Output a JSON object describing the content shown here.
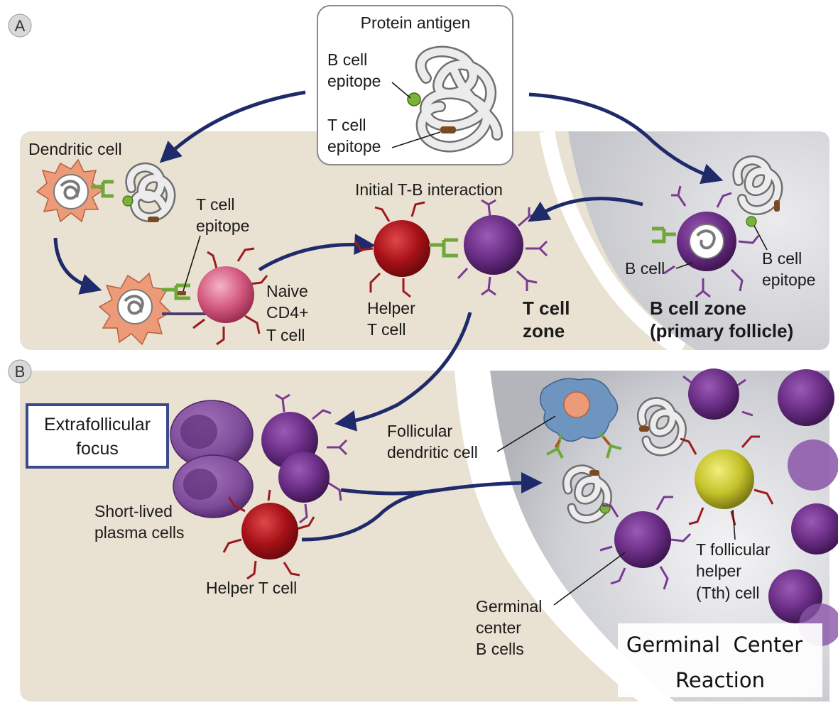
{
  "panels": {
    "a_letter": "A",
    "b_letter": "B"
  },
  "antigen_box": {
    "title": "Protein antigen",
    "b_epitope_line1": "B cell",
    "b_epitope_line2": "epitope",
    "t_epitope_line1": "T cell",
    "t_epitope_line2": "epitope"
  },
  "panel_a": {
    "dendritic_cell": "Dendritic cell",
    "t_epitope_line1": "T cell",
    "t_epitope_line2": "epitope",
    "naive_line1": "Naive",
    "naive_line2": "CD4+",
    "naive_line3": "T cell",
    "initial_interaction": "Initial T-B interaction",
    "helper_line1": "Helper",
    "helper_line2": "T cell",
    "t_zone_line1": "T cell",
    "t_zone_line2": "zone",
    "b_cell": "B cell",
    "b_epitope_line1": "B cell",
    "b_epitope_line2": "epitope",
    "b_zone_line1": "B cell zone",
    "b_zone_line2": "(primary follicle)"
  },
  "panel_b": {
    "extrafollicular_line1": "Extrafollicular",
    "extrafollicular_line2": "focus",
    "short_lived_line1": "Short-lived",
    "short_lived_line2": "plasma cells",
    "helper_t_cell": "Helper T cell",
    "fdc_line1": "Follicular",
    "fdc_line2": "dendritic cell",
    "gc_b_line1": "Germinal",
    "gc_b_line2": "center",
    "gc_b_line3": "B cells",
    "tfh_line1": "T follicular",
    "tfh_line2": "helper",
    "tfh_line3": "(Tth) cell",
    "gc_reaction_line1": "Germinal  Center",
    "gc_reaction_line2": "Reaction"
  },
  "colors": {
    "t_zone_bg": "#e9e1d1",
    "b_zone_bg": "#d2d3d7",
    "arrow": "#1f2a6b",
    "helper_t": "#b0161c",
    "b_cell": "#6b2c86",
    "naive_t": "#d45a7f",
    "dendritic": "#ec9a78",
    "tfh": "#c4c22a",
    "fdc": "#6d95bf",
    "epitope_green": "#7bb338",
    "epitope_brown": "#7a4a23"
  }
}
